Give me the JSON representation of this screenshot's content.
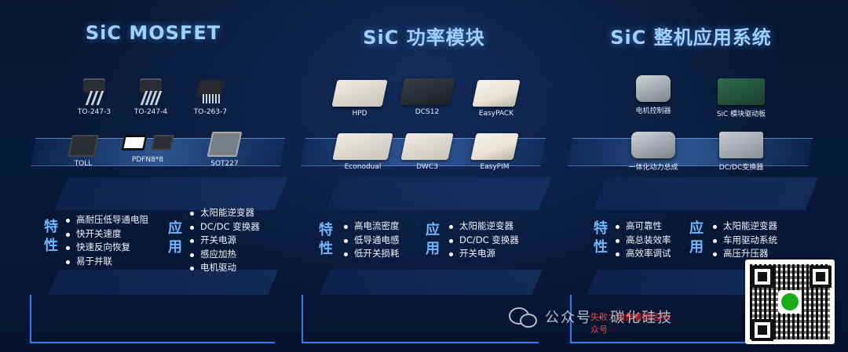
{
  "columns": [
    {
      "title": "SiC MOSFET",
      "products_top": [
        "TO-247-3",
        "TO-247-4",
        "TO-263-7"
      ],
      "products_bottom": [
        "TOLL",
        "PDFN8*8",
        "SOT227"
      ],
      "feature_label": "特性",
      "features": [
        "高耐压低导通电阻",
        "快开关速度",
        "快速反向恢复",
        "易于并联"
      ],
      "application_label": "应用",
      "applications": [
        "太阳能逆变器",
        "DC/DC 变换器",
        "开关电源",
        "感应加热",
        "电机驱动"
      ]
    },
    {
      "title": "SiC 功率模块",
      "products_top": [
        "HPD",
        "DCS12",
        "EasyPACK"
      ],
      "products_bottom": [
        "Econodual",
        "DWC3",
        "EasyPIM"
      ],
      "feature_label": "特性",
      "features": [
        "高电流密度",
        "低导通电感",
        "低开关损耗"
      ],
      "application_label": "应用",
      "applications": [
        "太阳能逆变器",
        "DC/DC 变换器",
        "开关电源"
      ]
    },
    {
      "title": "SiC 整机应用系统",
      "products_top": [
        "电机控制器",
        "SiC 模块驱动板"
      ],
      "products_bottom": [
        "一体化动力总成",
        "DC/DC变换器"
      ],
      "feature_label": "特性",
      "features": [
        "高可靠性",
        "高总装效率",
        "高效率调试"
      ],
      "application_label": "应用",
      "applications": [
        "太阳能逆变器",
        "车用驱动系统",
        "高压升压器"
      ]
    }
  ],
  "watermark": {
    "text": "公众号 · 碳化硅技",
    "overlay_red": "失败：加作者微信/公众号"
  },
  "colors": {
    "title": "#9fd0ff",
    "side_label": "#6fb6ff",
    "frame": "#2f7fe6",
    "background": "#07152f"
  }
}
